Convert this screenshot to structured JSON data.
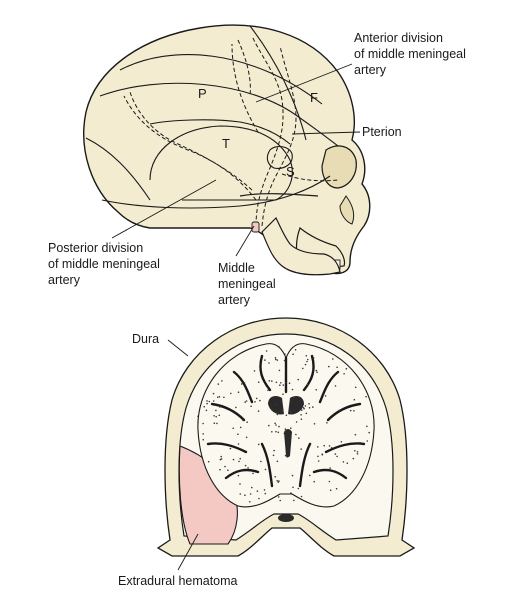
{
  "skull": {
    "regions": {
      "parietal": "P",
      "frontal": "F",
      "temporal": "T",
      "sphenoid": "S"
    },
    "labels": {
      "anterior_division": [
        "Anterior division",
        "of middle meningeal",
        "artery"
      ],
      "pterion": "Pterion",
      "posterior_division": [
        "Posterior division",
        "of middle meningeal",
        "artery"
      ],
      "middle_meningeal": [
        "Middle",
        "meningeal",
        "artery"
      ]
    }
  },
  "section": {
    "labels": {
      "dura": "Dura",
      "hematoma": "Extradural hematoma"
    }
  },
  "colors": {
    "bone": "#f3ecd0",
    "hematoma": "#f4c9c4",
    "brain": "#fbf8ef",
    "outline": "#1a1a1a"
  }
}
